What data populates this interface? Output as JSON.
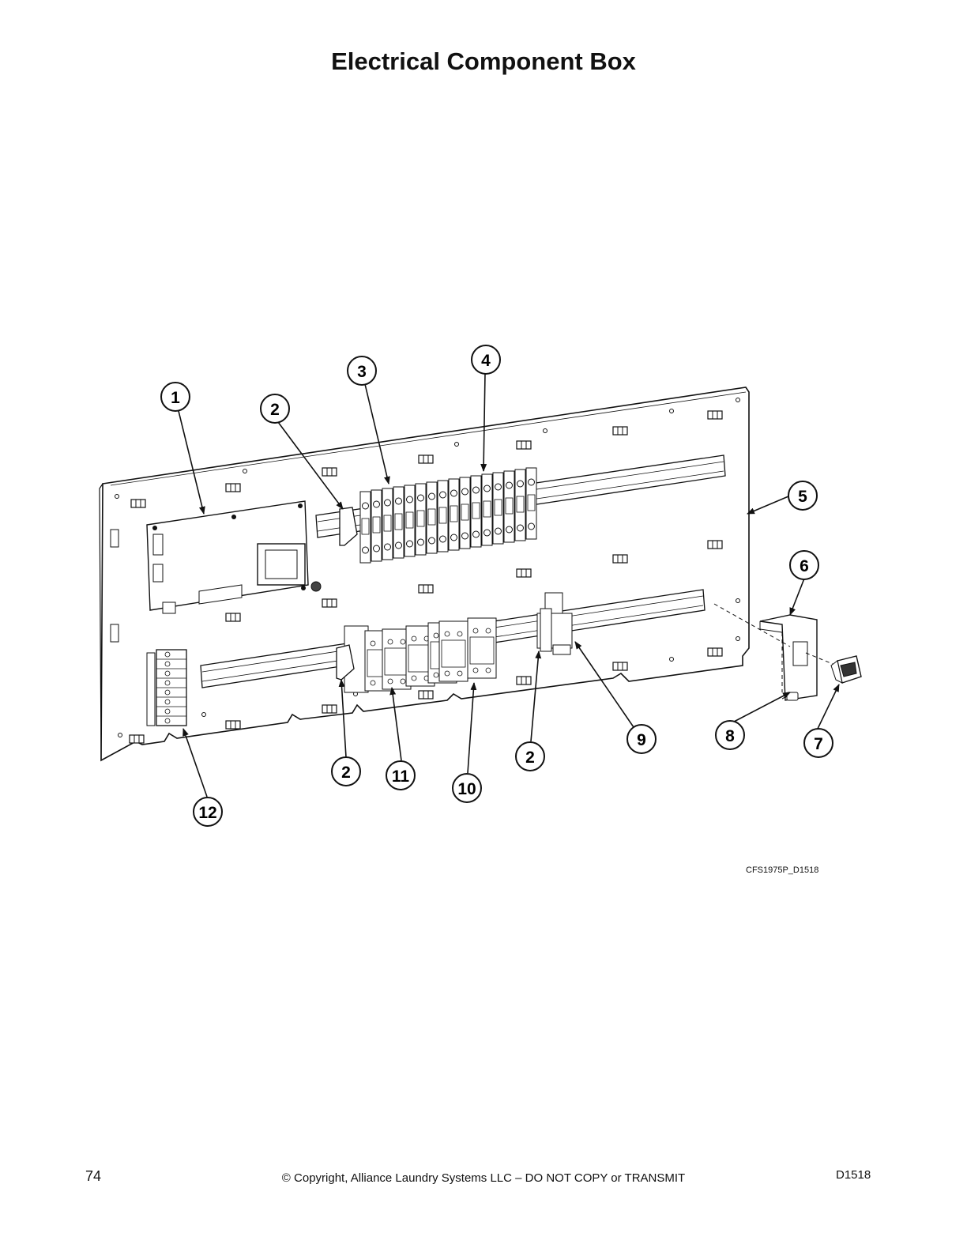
{
  "page": {
    "title": "Electrical Component Box",
    "figure_id": "CFS1975P_D1518",
    "page_number": "74",
    "copyright": "© Copyright, Alliance Laundry Systems LLC – DO NOT COPY or TRANSMIT",
    "doc_id": "D1518"
  },
  "callouts": [
    {
      "id": "c1",
      "label": "1"
    },
    {
      "id": "c2a",
      "label": "2"
    },
    {
      "id": "c3",
      "label": "3"
    },
    {
      "id": "c4",
      "label": "4"
    },
    {
      "id": "c5",
      "label": "5"
    },
    {
      "id": "c6",
      "label": "6"
    },
    {
      "id": "c7",
      "label": "7"
    },
    {
      "id": "c8",
      "label": "8"
    },
    {
      "id": "c9",
      "label": "9"
    },
    {
      "id": "c2b",
      "label": "2"
    },
    {
      "id": "c10",
      "label": "10"
    },
    {
      "id": "c11",
      "label": "11"
    },
    {
      "id": "c2c",
      "label": "2"
    },
    {
      "id": "c12",
      "label": "12"
    }
  ]
}
